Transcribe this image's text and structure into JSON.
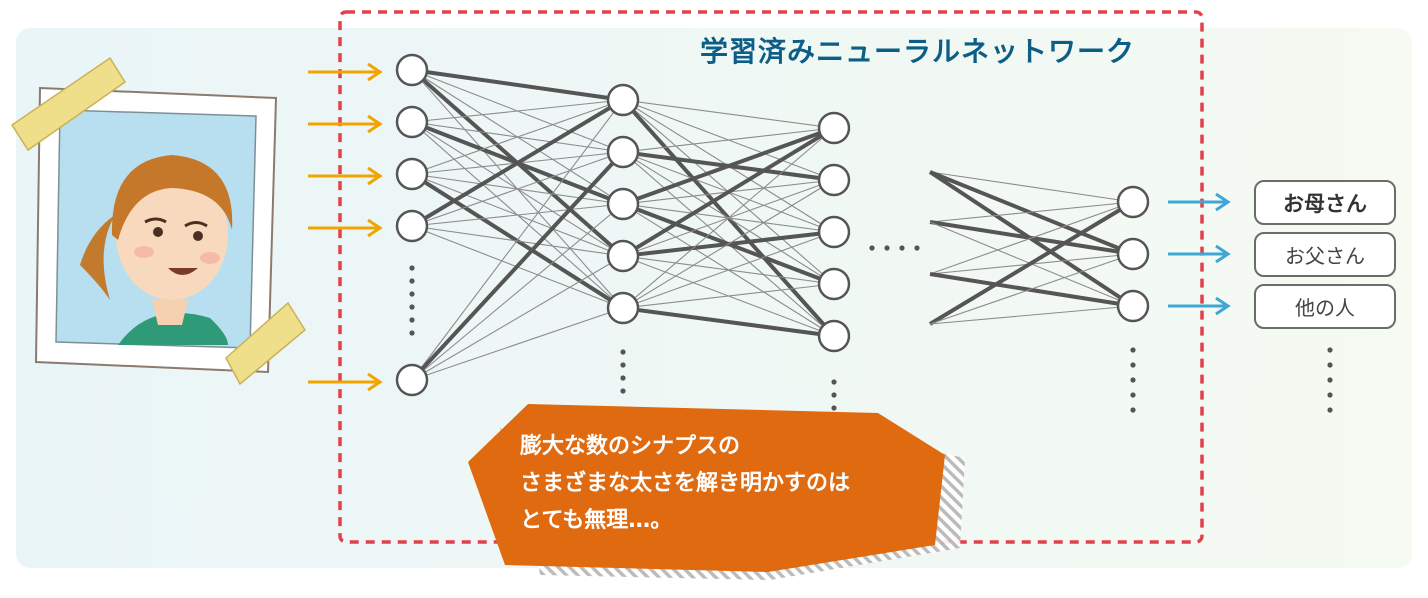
{
  "title": "学習済みニューラルネットワーク",
  "bubble": {
    "line1": "膨大な数のシナプスの",
    "line2": "さまざまな太さを解き明かすのは",
    "line3": "とても無理…。"
  },
  "outputs": [
    {
      "label": "お母さん",
      "emphasized": true
    },
    {
      "label": "お父さん",
      "emphasized": false
    },
    {
      "label": "他の人",
      "emphasized": false
    }
  ],
  "colors": {
    "title": "#0c5e87",
    "input_arrow": "#f0a500",
    "output_arrow": "#3fa6d6",
    "dashed_border": "#e2404a",
    "bubble": "#e06a10",
    "background": "#f0f7f2"
  },
  "icons": {
    "photo": "woman-portrait-photo-icon",
    "tape": "masking-tape-icon"
  }
}
